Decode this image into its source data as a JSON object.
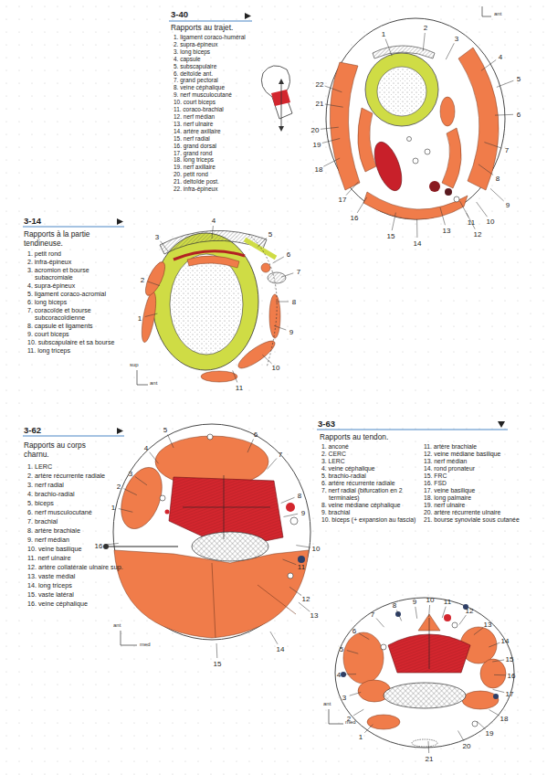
{
  "diagram": {
    "labels": [
      "3-40",
      "Rapports au trajet.",
      "1. ligament coraco-huméral",
      "2. supra-épineux",
      "3. long biceps",
      "4. capsule",
      "5. subscapulaire",
      "6. deltoïde ant.",
      "7. grand pectoral",
      "8. veine céphalique",
      "9. nerf musculocutané",
      "10. court biceps",
      "11. coraco-brachial",
      "12. nerf médian",
      "13. nerf ulnaire",
      "14. artère axillaire",
      "15. nerf radial",
      "16. grand dorsal",
      "17. grand rond",
      "18. long triceps",
      "19. nerf axillaire",
      "20. petit rond",
      "21. deltoïde post.",
      "22. infra-épineux",
      "1",
      "2",
      "3",
      "4",
      "5",
      "6",
      "7",
      "8",
      "9",
      "10",
      "11",
      "12",
      "13",
      "14",
      "15",
      "16",
      "17",
      "18",
      "19",
      "20",
      "21",
      "22",
      "ant",
      "3-14",
      "Rapports à la partie tendineuse.",
      "1. petit rond",
      "2. infra-épineux",
      "3. acromion et bourse subacromiale",
      "4. supra-épineux",
      "5. ligament coraco-acromial",
      "6. long biceps",
      "7. coracoïde et bourse subcoracoïdienne",
      "8. capsule et ligaments",
      "9. court biceps",
      "10. subscapulaire et sa bourse",
      "11. long triceps",
      "1",
      "2",
      "3",
      "4",
      "5",
      "6",
      "7",
      "8",
      "9",
      "10",
      "11",
      "sup",
      "ant",
      "3-62",
      "Rapports au corps charnu.",
      "1. LERC",
      "2. artère récurrente radiale",
      "3. nerf radial",
      "4. brachio-radial",
      "5. biceps",
      "6. nerf musculocutané",
      "7. brachial",
      "8. artère brachiale",
      "9. nerf médian",
      "10. veine basilique",
      "11. nerf ulnaire",
      "12. artère collatérale ulnaire sup.",
      "13. vaste médial",
      "14. long triceps",
      "15. vaste latéral",
      "16. veine céphalique",
      "1",
      "2",
      "3",
      "4",
      "5",
      "6",
      "7",
      "8",
      "9",
      "10",
      "11",
      "12",
      "13",
      "14",
      "15",
      "16",
      "ant",
      "med",
      "3-63",
      "Rapports au tendon.",
      "1. anconé",
      "2. CERC",
      "3. LERC",
      "4. veine céphalique",
      "5. brachio-radial",
      "6. artère récurrente radiale",
      "7. nerf radial (bifurcation en 2 terminales)",
      "8. veine médiane céphalique",
      "9. brachial",
      "10. biceps (+ expansion au fascia)",
      "11. artère brachiale",
      "12. veine médiane basilique",
      "13. nerf médian",
      "14. rond pronateur",
      "15. FRC",
      "16. FSD",
      "17. veine basilique",
      "18. long palmaire",
      "19. nerf ulnaire",
      "20. artère récurrente ulnaire",
      "21. bourse synoviale sous cutanée",
      "1",
      "2",
      "3",
      "4",
      "5",
      "6",
      "7",
      "8",
      "9",
      "10",
      "11",
      "12",
      "13",
      "14",
      "15",
      "16",
      "17",
      "18",
      "19",
      "20",
      "21",
      "ant",
      "med"
    ]
  }
}
